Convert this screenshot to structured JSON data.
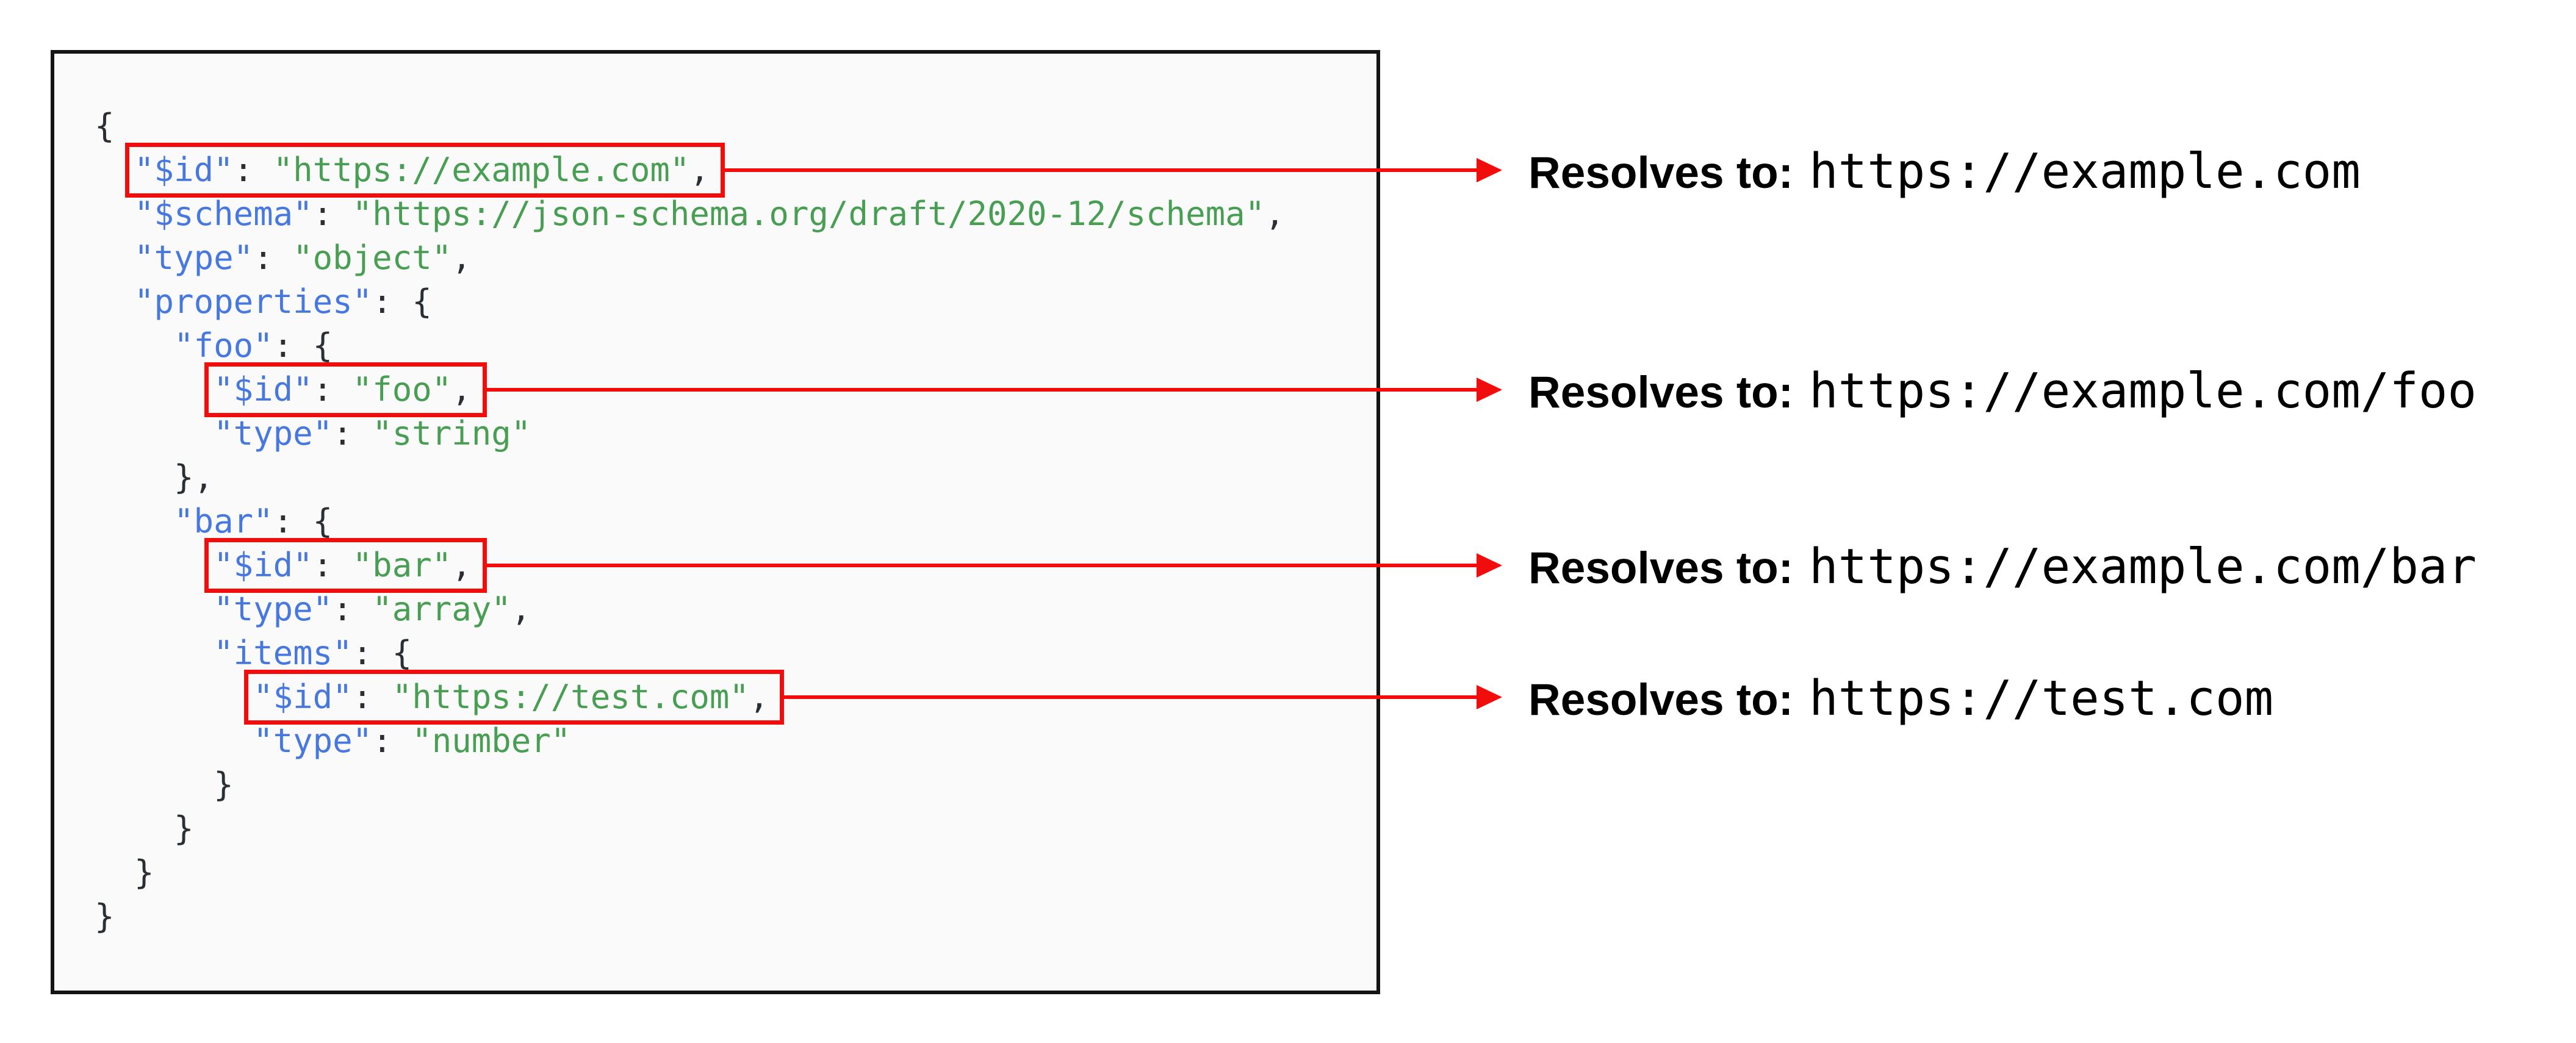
{
  "colors": {
    "key": "#4678e0",
    "string": "#489e52",
    "punct": "#2b2f33",
    "red": "#f20d0d",
    "panelBg": "#fafafa",
    "panelBorder": "#141414"
  },
  "code": {
    "lines": [
      {
        "indent": 0,
        "tokens": [
          {
            "type": "punct",
            "text": "{"
          }
        ]
      },
      {
        "indent": 2,
        "anno": 0,
        "tokens": [
          {
            "type": "key",
            "text": "\"$id\""
          },
          {
            "type": "punct",
            "text": ": "
          },
          {
            "type": "string",
            "text": "\"https://example.com\""
          },
          {
            "type": "punct",
            "text": ","
          }
        ]
      },
      {
        "indent": 2,
        "tokens": [
          {
            "type": "key",
            "text": "\"$schema\""
          },
          {
            "type": "punct",
            "text": ": "
          },
          {
            "type": "string",
            "text": "\"https://json-schema.org/draft/2020-12/schema\""
          },
          {
            "type": "punct",
            "text": ","
          }
        ]
      },
      {
        "indent": 2,
        "tokens": [
          {
            "type": "key",
            "text": "\"type\""
          },
          {
            "type": "punct",
            "text": ": "
          },
          {
            "type": "string",
            "text": "\"object\""
          },
          {
            "type": "punct",
            "text": ","
          }
        ]
      },
      {
        "indent": 2,
        "tokens": [
          {
            "type": "key",
            "text": "\"properties\""
          },
          {
            "type": "punct",
            "text": ": {"
          }
        ]
      },
      {
        "indent": 4,
        "tokens": [
          {
            "type": "key",
            "text": "\"foo\""
          },
          {
            "type": "punct",
            "text": ": {"
          }
        ]
      },
      {
        "indent": 6,
        "anno": 1,
        "tokens": [
          {
            "type": "key",
            "text": "\"$id\""
          },
          {
            "type": "punct",
            "text": ": "
          },
          {
            "type": "string",
            "text": "\"foo\""
          },
          {
            "type": "punct",
            "text": ","
          }
        ]
      },
      {
        "indent": 6,
        "tokens": [
          {
            "type": "key",
            "text": "\"type\""
          },
          {
            "type": "punct",
            "text": ": "
          },
          {
            "type": "string",
            "text": "\"string\""
          }
        ]
      },
      {
        "indent": 4,
        "tokens": [
          {
            "type": "punct",
            "text": "},"
          }
        ]
      },
      {
        "indent": 4,
        "tokens": [
          {
            "type": "key",
            "text": "\"bar\""
          },
          {
            "type": "punct",
            "text": ": {"
          }
        ]
      },
      {
        "indent": 6,
        "anno": 2,
        "tokens": [
          {
            "type": "key",
            "text": "\"$id\""
          },
          {
            "type": "punct",
            "text": ": "
          },
          {
            "type": "string",
            "text": "\"bar\""
          },
          {
            "type": "punct",
            "text": ","
          }
        ]
      },
      {
        "indent": 6,
        "tokens": [
          {
            "type": "key",
            "text": "\"type\""
          },
          {
            "type": "punct",
            "text": ": "
          },
          {
            "type": "string",
            "text": "\"array\""
          },
          {
            "type": "punct",
            "text": ","
          }
        ]
      },
      {
        "indent": 6,
        "tokens": [
          {
            "type": "key",
            "text": "\"items\""
          },
          {
            "type": "punct",
            "text": ": {"
          }
        ]
      },
      {
        "indent": 8,
        "anno": 3,
        "tokens": [
          {
            "type": "key",
            "text": "\"$id\""
          },
          {
            "type": "punct",
            "text": ": "
          },
          {
            "type": "string",
            "text": "\"https://test.com\""
          },
          {
            "type": "punct",
            "text": ","
          }
        ]
      },
      {
        "indent": 8,
        "tokens": [
          {
            "type": "key",
            "text": "\"type\""
          },
          {
            "type": "punct",
            "text": ": "
          },
          {
            "type": "string",
            "text": "\"number\""
          }
        ]
      },
      {
        "indent": 6,
        "tokens": [
          {
            "type": "punct",
            "text": "}"
          }
        ]
      },
      {
        "indent": 4,
        "tokens": [
          {
            "type": "punct",
            "text": "}"
          }
        ]
      },
      {
        "indent": 2,
        "tokens": [
          {
            "type": "punct",
            "text": "}"
          }
        ]
      },
      {
        "indent": 0,
        "tokens": [
          {
            "type": "punct",
            "text": "}"
          }
        ]
      }
    ]
  },
  "annotations": [
    {
      "label": "Resolves to:",
      "url": "https://example.com"
    },
    {
      "label": "Resolves to:",
      "url": "https://example.com/foo"
    },
    {
      "label": "Resolves to:",
      "url": "https://example.com/bar"
    },
    {
      "label": "Resolves to:",
      "url": "https://test.com"
    }
  ]
}
